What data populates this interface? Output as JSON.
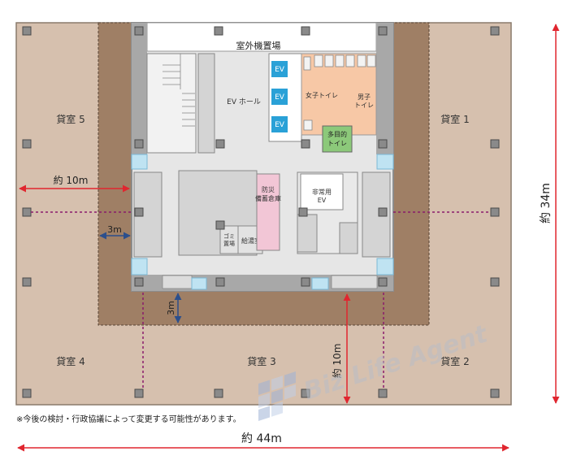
{
  "rooms": {
    "office_1": "貸室 1",
    "office_2": "貸室 2",
    "office_3": "貸室 3",
    "office_4": "貸室 4",
    "office_5": "貸室 5"
  },
  "core": {
    "outdoor_unit_area": "室外機置場",
    "ev_hall": "EV ホール",
    "ev": "EV",
    "womens_toilet": "女子トイレ",
    "mens_toilet_1": "男子",
    "mens_toilet_2": "トイレ",
    "multipurpose_1": "多目的",
    "multipurpose_2": "トイレ",
    "disaster_1": "防災",
    "disaster_2": "備蓄倉庫",
    "emergency_ev_1": "非常用",
    "emergency_ev_2": "EV",
    "garbage_1": "ゴミ",
    "garbage_2": "置場",
    "kitchenette": "給湯室"
  },
  "dimensions": {
    "approx_10m_left": "約 10m",
    "approx_10m_bottom": "約 10m",
    "depth_3m_side": "3m",
    "depth_3m_bottom": "3m",
    "approx_34m": "約 34m",
    "approx_44m": "約 44m"
  },
  "note": "※今後の検討・行政協議によって変更する可能性があります。",
  "watermark": "Biz Life Agent",
  "colors": {
    "office_floor": "#d6c0ae",
    "band": "#9f7f65",
    "core": "#e6e6e6",
    "wall": "#a8a8a8",
    "ev_blue": "#2aa1d7",
    "toilet_orange": "#f7c8a6",
    "multipurpose_green": "#8cc97a",
    "storage_pink": "#f2c6d6",
    "dimension_red": "#e0262f",
    "dimension_blue": "#2c4f8c",
    "dotted_purple": "#8a1b6b",
    "glass_blue": "#bfe3f2"
  }
}
